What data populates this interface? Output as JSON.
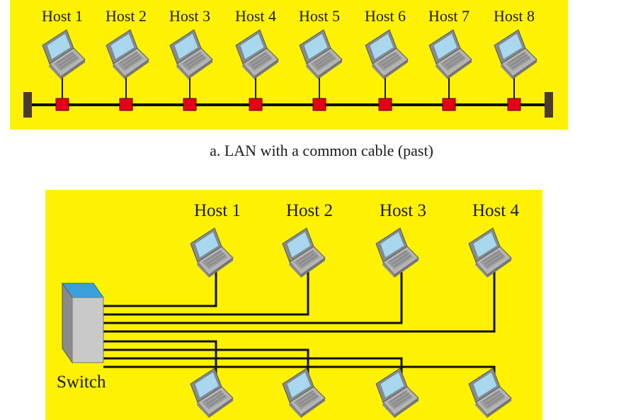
{
  "diagram_a": {
    "hosts": [
      "Host 1",
      "Host 2",
      "Host 3",
      "Host 4",
      "Host 5",
      "Host 6",
      "Host 7",
      "Host 8"
    ],
    "caption": "a. LAN with a common cable (past)"
  },
  "diagram_b": {
    "hosts": [
      "Host 1",
      "Host 2",
      "Host 3",
      "Host 4"
    ],
    "switch_label": "Switch"
  },
  "colors": {
    "panel": "#fff200",
    "cable": "#111111",
    "tap": "#e0001b",
    "terminator": "#4a3a32",
    "switch_top": "#3aa0dd",
    "switch_front": "#c9c9c9",
    "laptop_screen": "#a9d8ee"
  }
}
